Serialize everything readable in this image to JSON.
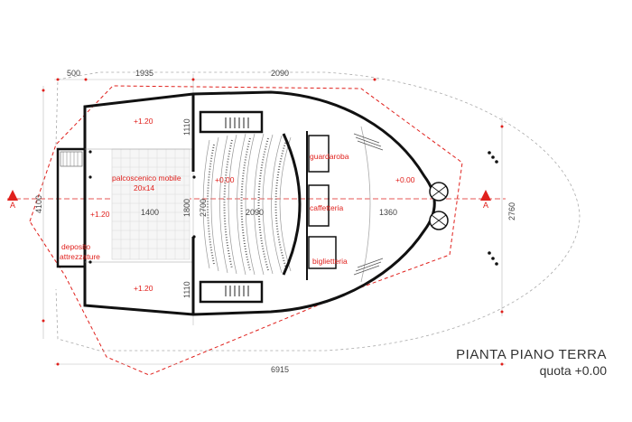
{
  "title": "PIANTA PIANO TERRA",
  "subtitle": "quota +0.00",
  "section_marker": "A",
  "colors": {
    "accent": "#e0201c",
    "wall": "#111111",
    "dim": "#444444"
  },
  "dimensions": {
    "top": [
      "500",
      "1935",
      "2090"
    ],
    "bottom": "6915",
    "left_height": "4100",
    "right_height": "2760",
    "stage_side_top": "1110",
    "stage_side_bottom": "1110",
    "stage_width": "1800",
    "stage_opening": "2700",
    "stage_depth": "1400",
    "hall_depth": "2090",
    "foyer_depth": "1360"
  },
  "levels": {
    "stage_top": "+1.20",
    "stage_left": "+1.20",
    "stage_bottom": "+1.20",
    "hall": "+0.00",
    "foyer": "+0.00"
  },
  "rooms": {
    "stage": [
      "palcoscenico mobile",
      "20x14"
    ],
    "storage": [
      "deposito",
      "attrezzature"
    ],
    "cloakroom": "guardaroba",
    "cafe": "caffetteria",
    "ticket_office": "biglietteria"
  }
}
